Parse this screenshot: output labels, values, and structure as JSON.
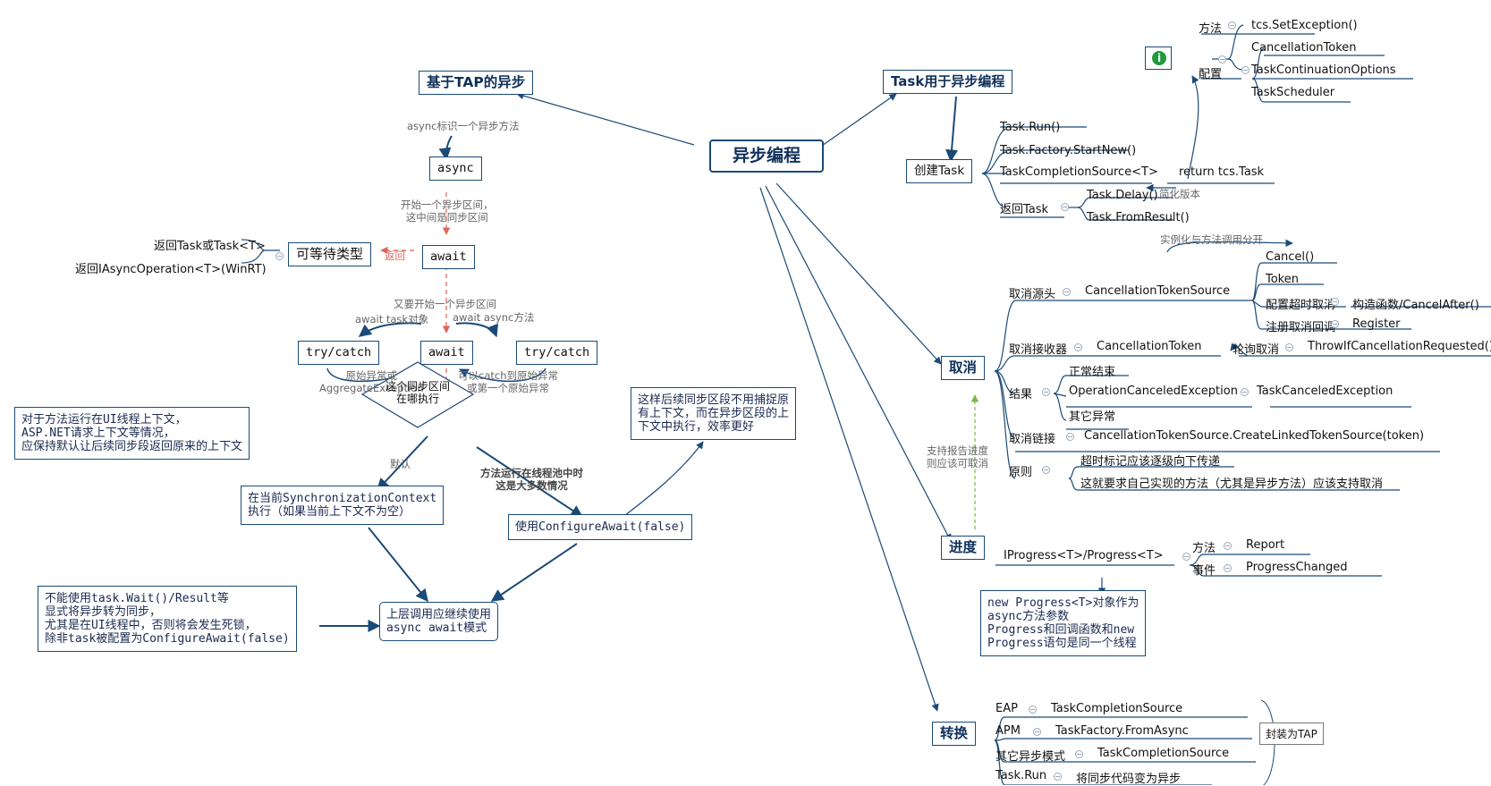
{
  "root": "异步编程",
  "left": {
    "tap": "基于TAP的异步",
    "note_async": "async标识一个异步方法",
    "async": "async",
    "note_await_begin": "开始一个异步区间，\n这中间是同步区间",
    "await1": "await",
    "return_label": "返回",
    "awaitable": "可等待类型",
    "awaitable_items": [
      "返回Task或Task<T>",
      "返回IAsyncOperation<T>(WinRT)"
    ],
    "note_again": "又要开始一个异步区间",
    "note_await_task": "await task对象",
    "note_await_async": "await async方法",
    "trycatch_left": "try/catch",
    "await2": "await",
    "trycatch_right": "try/catch",
    "note_original": "原始异常或\nAggregateException",
    "note_catch": "可以catch到原始异常\n或第一个原始异常",
    "diamond": "这个同步区间\n在哪执行",
    "note_default": "默认",
    "note_threadpool": "方法运行在线程池中时\n这是大多数情况",
    "ui_note": "对于方法运行在UI线程上下文，\nASP.NET请求上下文等情况，\n应保持默认让后续同步段返回原来的上下文",
    "sync_context": "在当前SynchronizationContext\n执行（如果当前上下文不为空）",
    "configure_await": "使用ConfigureAwait(false)",
    "configure_note": "这样后续同步区段不用捕捉原\n有上下文，而在异步区段的上\n下文中执行，效率更好",
    "deadlock_note": "不能使用task.Wait()/Result等\n显式将异步转为同步，\n尤其是在UI线程中，否则将会发生死锁，\n除非task被配置为ConfigureAwait(false)",
    "upper": "上层调用应继续使用\nasync await模式"
  },
  "right": {
    "task": "Task用于异步编程",
    "create": "创建Task",
    "task_run": "Task.Run()",
    "task_factory": "Task.Factory.StartNew()",
    "tcs": "TaskCompletionSource<T>",
    "return_tcs": "return tcs.Task",
    "simplified": "简化版本",
    "return_task": "返回Task",
    "task_delay": "Task.Delay()",
    "task_fromresult": "Task.FromResult()",
    "info_icon": "info-icon",
    "method": "方法",
    "set_exception": "tcs.SetException()",
    "config": "配置",
    "config_items": [
      "CancellationToken",
      "TaskContinuationOptions",
      "TaskScheduler"
    ],
    "cancel": "取消",
    "note_separate": "实例化与方法调用分开",
    "cancel_source": "取消源头",
    "cts": "CancellationTokenSource",
    "cts_items": [
      "Cancel()",
      "Token",
      "配置超时取消",
      "注册取消回调"
    ],
    "ctor": "构造函数/CancelAfter()",
    "register": "Register",
    "cancel_receiver": "取消接收器",
    "ct": "CancellationToken",
    "polling": "轮询取消",
    "throw_if": "ThrowIfCancellationRequested()",
    "result": "结果",
    "result_items": [
      "正常结束",
      "OperationCanceledException",
      "其它异常"
    ],
    "task_canceled": "TaskCanceledException",
    "cancel_link": "取消链接",
    "linked": "CancellationTokenSource.CreateLinkedTokenSource(token)",
    "principle": "原则",
    "principle_items": [
      "超时标记应该逐级向下传递",
      "这就要求自己实现的方法（尤其是异步方法）应该支持取消"
    ],
    "note_progress_cancel": "支持报告进度\n则应该可取消",
    "progress": "进度",
    "iprogress": "IProgress<T>/Progress<T>",
    "p_method": "方法",
    "report": "Report",
    "p_event": "事件",
    "progress_changed": "ProgressChanged",
    "progress_note": "new Progress<T>对象作为\nasync方法参数\nProgress和回调函数和new\nProgress语句是同一个线程",
    "convert": "转换",
    "convert_rows": [
      {
        "k": "EAP",
        "v": "TaskCompletionSource"
      },
      {
        "k": "APM",
        "v": "TaskFactory.FromAsync"
      },
      {
        "k": "其它异步模式",
        "v": "TaskCompletionSource"
      },
      {
        "k": "Task.Run",
        "v": "将同步代码变为异步"
      }
    ],
    "wrap_tap": "封装为TAP"
  },
  "colors": {
    "line": "#1a4a78",
    "dashed_red": "#e0655a",
    "dashed_green": "#7ab648",
    "info_green": "#1f9a3a"
  }
}
